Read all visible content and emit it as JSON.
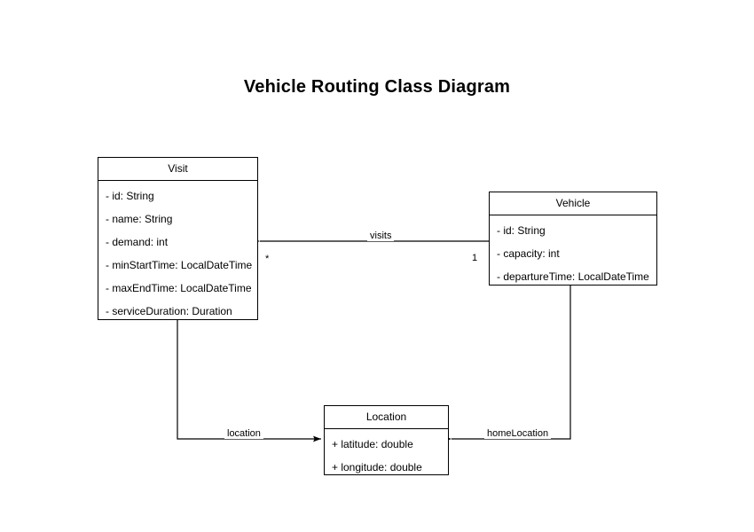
{
  "diagram": {
    "title": "Vehicle Routing Class Diagram",
    "background_color": "#ffffff",
    "line_color": "#000000",
    "text_color": "#000000"
  },
  "classes": [
    {
      "id": "visit",
      "name": "Visit",
      "attributes": [
        "- id: String",
        "- name: String",
        "- demand: int",
        "- minStartTime: LocalDateTime",
        "- maxEndTime: LocalDateTime",
        "- serviceDuration: Duration"
      ]
    },
    {
      "id": "vehicle",
      "name": "Vehicle",
      "attributes": [
        "- id: String",
        "- capacity: int",
        "- departureTime: LocalDateTime"
      ]
    },
    {
      "id": "location",
      "name": "Location",
      "attributes": [
        "+ latitude: double",
        "+ longitude: double"
      ]
    }
  ],
  "relationships": [
    {
      "id": "visits",
      "label": "visits",
      "from": "Vehicle",
      "to": "Visit",
      "source_multiplicity": "1",
      "target_multiplicity": "*"
    },
    {
      "id": "location",
      "label": "location",
      "from": "Visit",
      "to": "Location",
      "source_multiplicity": "",
      "target_multiplicity": ""
    },
    {
      "id": "homeLocation",
      "label": "homeLocation",
      "from": "Vehicle",
      "to": "Location",
      "source_multiplicity": "",
      "target_multiplicity": ""
    }
  ]
}
